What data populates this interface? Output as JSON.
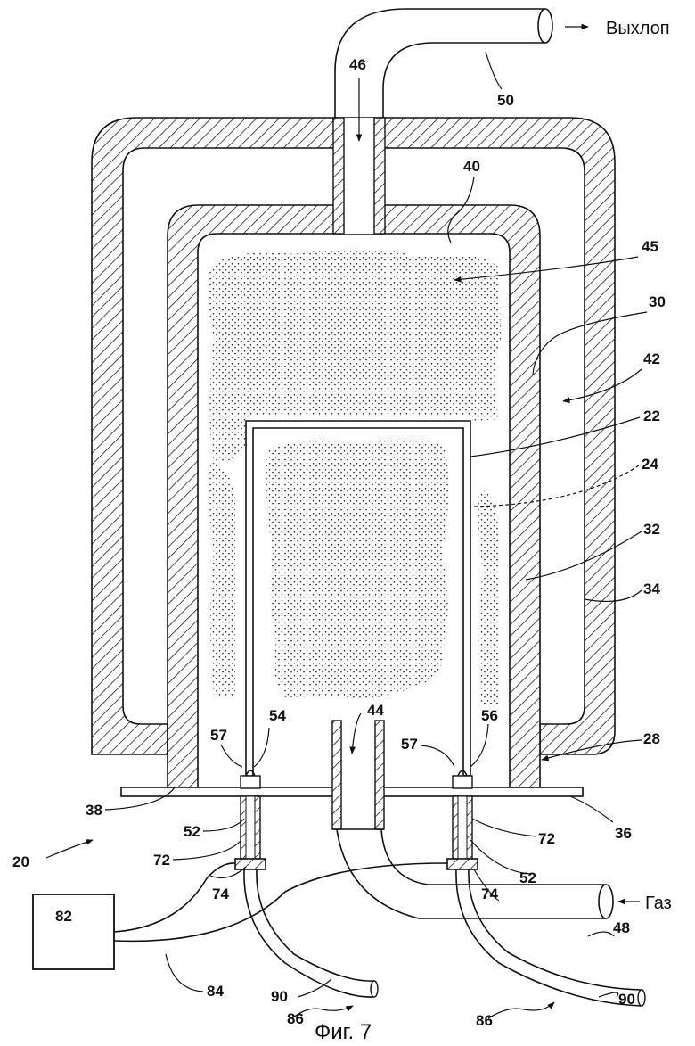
{
  "figure": {
    "caption": "Фиг. 7",
    "exhaust_label": "Выхлоп",
    "gas_label": "Газ"
  },
  "refs": {
    "r20": "20",
    "r22": "22",
    "r24": "24",
    "r28": "28",
    "r30": "30",
    "r32": "32",
    "r34": "34",
    "r36": "36",
    "r38": "38",
    "r40": "40",
    "r42": "42",
    "r44": "44",
    "r45": "45",
    "r46": "46",
    "r48": "48",
    "r50": "50",
    "r52a": "52",
    "r52b": "52",
    "r54": "54",
    "r56": "56",
    "r57a": "57",
    "r57b": "57",
    "r72a": "72",
    "r72b": "72",
    "r74a": "74",
    "r74b": "74",
    "r82": "82",
    "r84": "84",
    "r86a": "86",
    "r86b": "86",
    "r90a": "90",
    "r90b": "90"
  }
}
